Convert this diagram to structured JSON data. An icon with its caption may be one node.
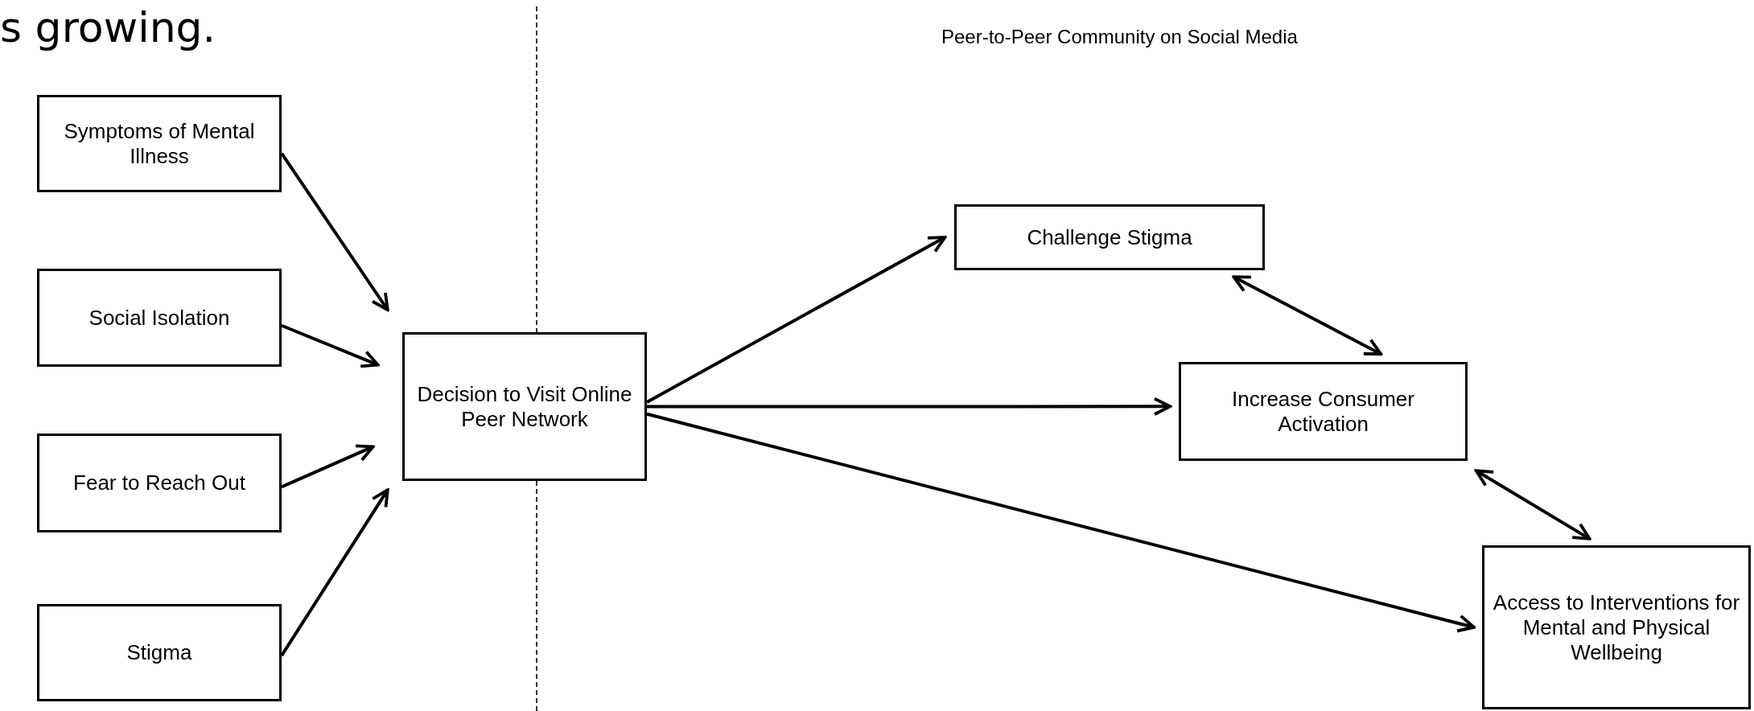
{
  "diagram": {
    "title": "Peer-to-Peer Community on Social Media",
    "nodes": [
      {
        "text": [
          "Symptoms of Mental Illness"
        ]
      },
      {
        "text": [
          "Social Isolation"
        ]
      },
      {
        "text": [
          "Fear to Reach Out"
        ]
      },
      {
        "text": [
          "Stigma"
        ]
      },
      {
        "text": [
          "Decision to Visit Online Peer Network"
        ]
      },
      {
        "text": [
          "Challenge Stigma"
        ]
      },
      {
        "text": [
          "Increase Consumer Activation"
        ]
      },
      {
        "text": [
          "Access to Interventions for Mental and Physical Wellbeing"
        ]
      }
    ],
    "edges": [
      {
        "from": 0,
        "to": 4,
        "arrow": "to"
      },
      {
        "from": 1,
        "to": 4,
        "arrow": "to"
      },
      {
        "from": 2,
        "to": 4,
        "arrow": "to"
      },
      {
        "from": 3,
        "to": 4,
        "arrow": "to"
      },
      {
        "from": 4,
        "to": 5,
        "arrow": "to"
      },
      {
        "from": 4,
        "to": 6,
        "arrow": "to"
      },
      {
        "from": 4,
        "to": 7,
        "arrow": "to"
      },
      {
        "from": 5,
        "to": 6,
        "arrow": "both"
      },
      {
        "from": 6,
        "to": 7,
        "arrow": "both"
      }
    ],
    "labels": [
      "s growing."
    ]
  }
}
